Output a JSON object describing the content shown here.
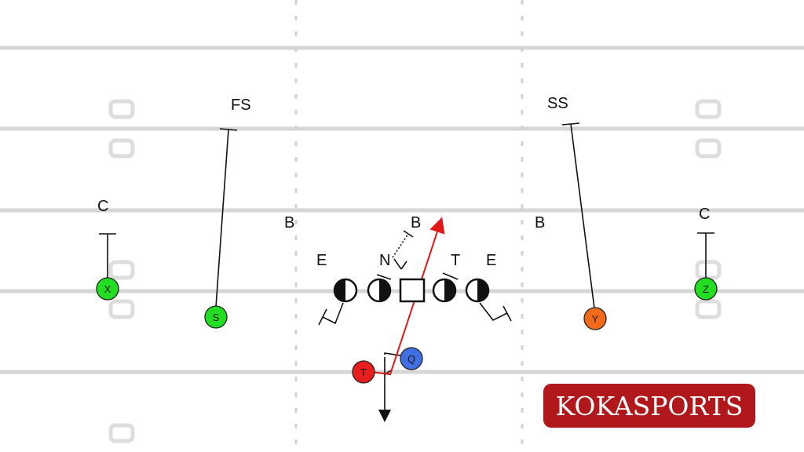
{
  "colors": {
    "field_line": "#d6d6d6",
    "hash": "#d2d2d2",
    "route": "#111111",
    "motion": "#e01818",
    "player_green": "#22dd22",
    "player_orange": "#f26a1b",
    "player_blue": "#3f6fe0",
    "player_red": "#e81e1e",
    "brand": "#b0181c"
  },
  "defense": {
    "fs": "FS",
    "ss": "SS",
    "corner_left": "C",
    "corner_right": "C",
    "backer_left": "B",
    "backer_mid": "B",
    "backer_right": "B",
    "end_left": "E",
    "nose": "N",
    "tackle": "T",
    "end_right": "E"
  },
  "offense": {
    "x": "X",
    "s": "S",
    "y": "Y",
    "z": "Z",
    "q": "Q",
    "t": "T"
  },
  "brand": {
    "logo_text": "KOKASPORTS"
  }
}
